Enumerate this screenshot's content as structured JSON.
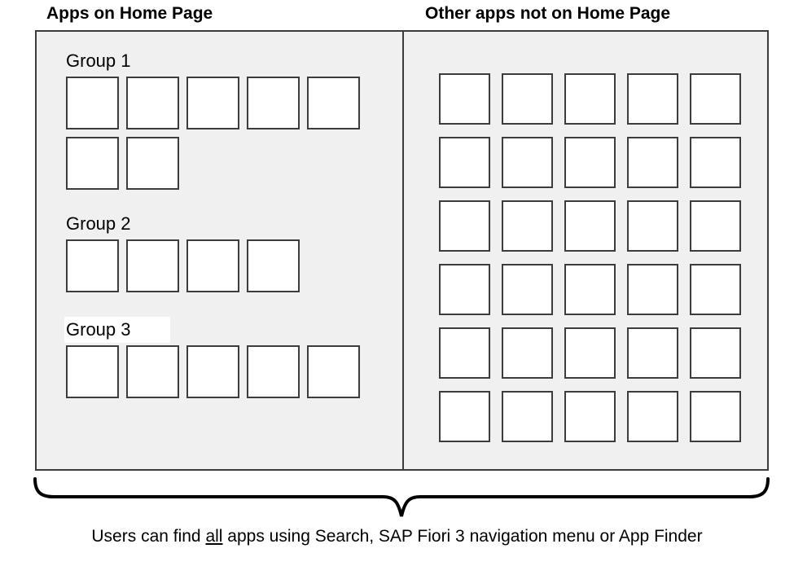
{
  "headers": {
    "left": "Apps on Home Page",
    "right": "Other apps not on Home Page"
  },
  "home_page_panel": {
    "groups": [
      {
        "title": "Group 1",
        "title_highlighted": false,
        "tile_rows": [
          5,
          2
        ]
      },
      {
        "title": "Group 2",
        "title_highlighted": false,
        "tile_rows": [
          4
        ]
      },
      {
        "title": "Group 3",
        "title_highlighted": true,
        "tile_rows": [
          5
        ]
      }
    ]
  },
  "other_apps_panel": {
    "grid_columns": 5,
    "grid_rows": 6,
    "tile_count": 30
  },
  "caption": {
    "before": "Users can find ",
    "emphasis": "all",
    "after": " apps using Search, SAP Fiori 3 navigation menu or App Finder"
  },
  "colors": {
    "panel_background": "#f0f0f0",
    "border": "#3c3c3c",
    "tile_fill": "#ffffff",
    "page_background": "#ffffff",
    "text": "#000000"
  }
}
